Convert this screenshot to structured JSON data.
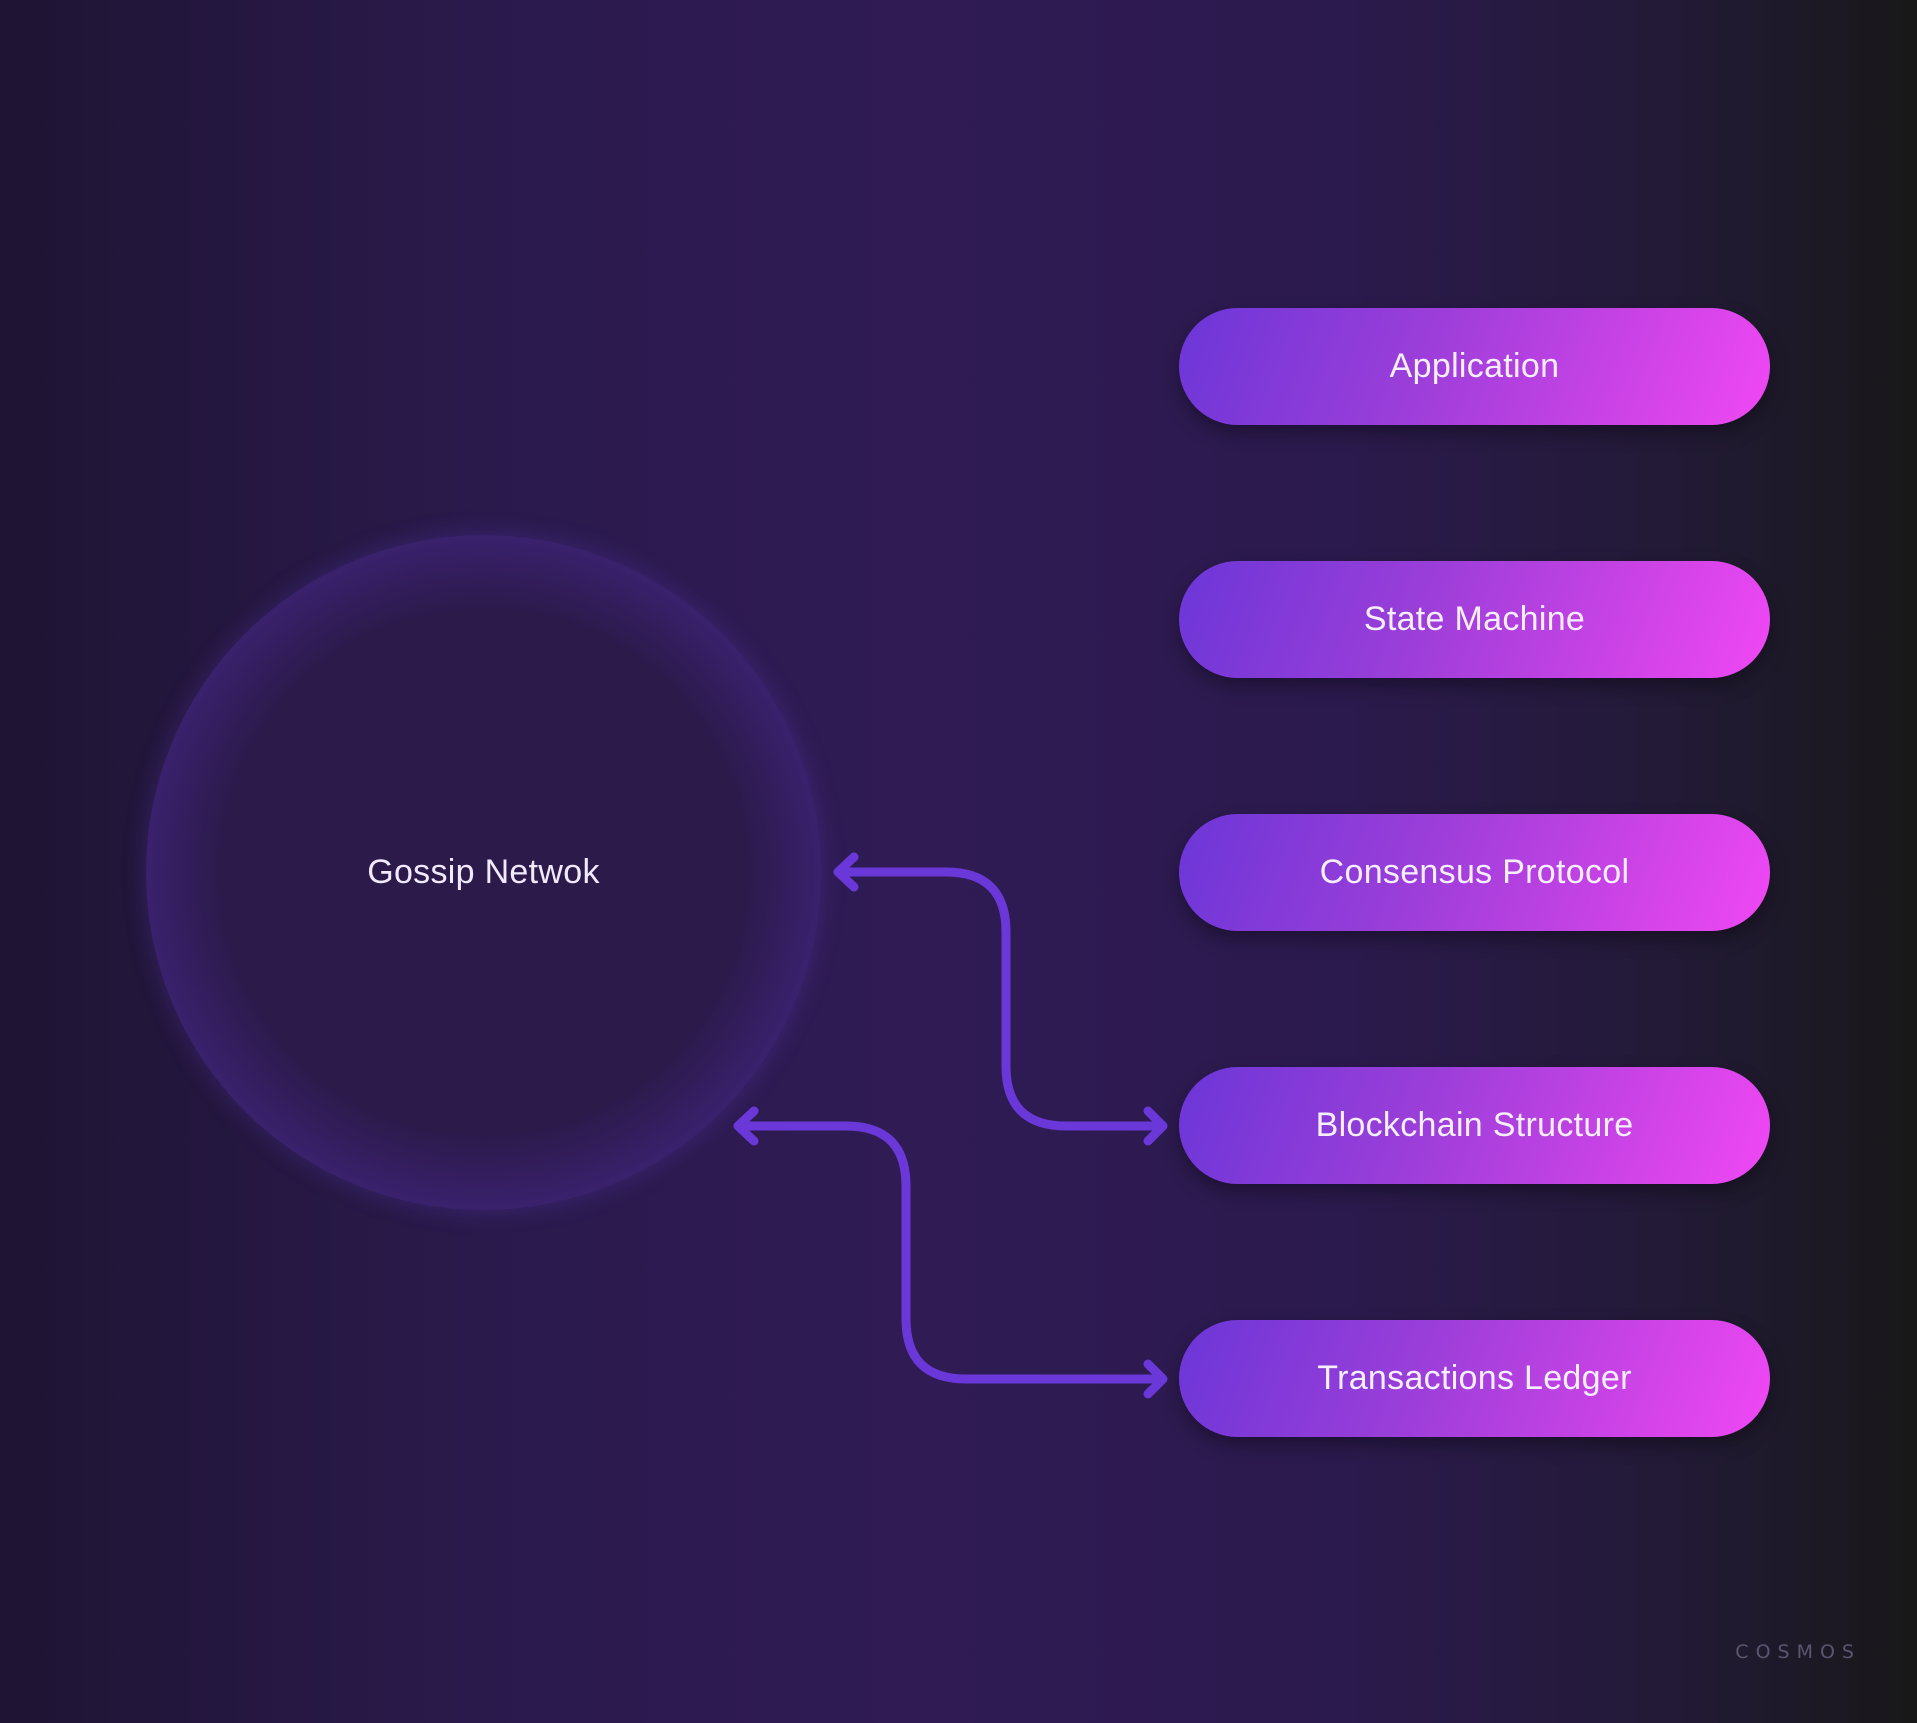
{
  "diagram": {
    "network": {
      "label": "Gossip Netwok"
    },
    "layers": [
      {
        "label": "Application"
      },
      {
        "label": "State Machine"
      },
      {
        "label": "Consensus Protocol"
      },
      {
        "label": "Blockchain Structure"
      },
      {
        "label": "Transactions Ledger"
      }
    ],
    "connections": [
      {
        "from": "Gossip Netwok",
        "to": "Blockchain Structure",
        "direction": "bidirectional"
      },
      {
        "from": "Gossip Netwok",
        "to": "Transactions Ledger",
        "direction": "bidirectional"
      }
    ]
  },
  "branding": {
    "logo_text": "COSMOS",
    "logo_icon": "cosmos-logo"
  },
  "colors": {
    "background": "#2a1a4c",
    "pill_gradient_start": "#6c36d8",
    "pill_gradient_end": "#f048f4",
    "connector": "#6a38d8",
    "circle_edge": "#6a3ee0"
  }
}
